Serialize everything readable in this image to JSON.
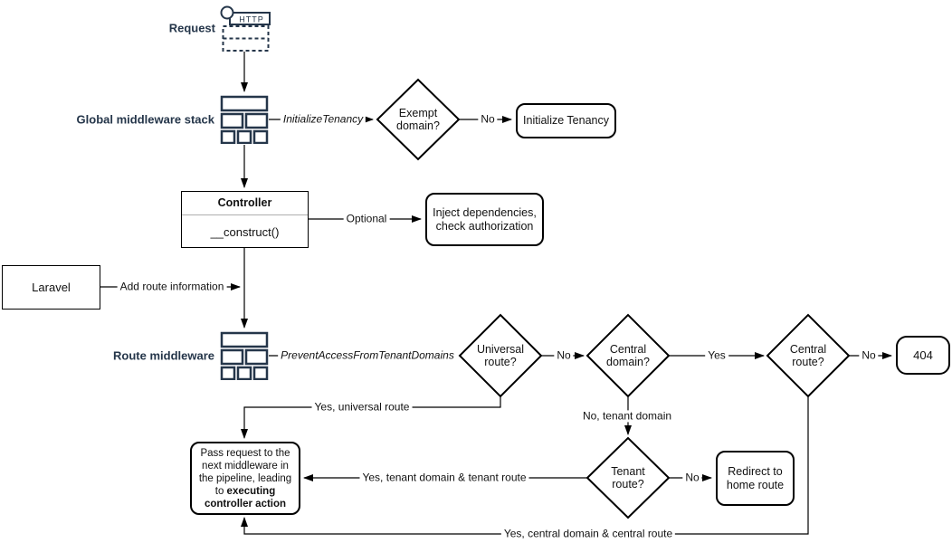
{
  "diagram": {
    "colors": {
      "accent_navy": "#25364a",
      "line_black": "#000000"
    },
    "nodes": {
      "request": {
        "label": "Request",
        "icon_text": "HTTP"
      },
      "global_middleware": {
        "label": "Global middleware stack"
      },
      "exempt_domain": {
        "label": "Exempt domain?"
      },
      "initialize_tenancy": {
        "label": "Initialize Tenancy"
      },
      "controller": {
        "title": "Controller",
        "method": "__construct()"
      },
      "inject_dependencies": {
        "label": "Inject dependencies, check authorization"
      },
      "laravel": {
        "label": "Laravel"
      },
      "route_middleware": {
        "label": "Route middleware"
      },
      "universal_route": {
        "label": "Universal route?"
      },
      "central_domain": {
        "label": "Central domain?"
      },
      "central_route": {
        "label": "Central route?"
      },
      "not_found": {
        "label": "404"
      },
      "tenant_route": {
        "label": "Tenant route?"
      },
      "redirect_home": {
        "label": "Redirect to home route"
      },
      "pass_request": {
        "text_before": "Pass request to the next middleware in the pipeline, leading to ",
        "text_bold": "executing controller action"
      }
    },
    "edge_labels": {
      "initialize_tenancy": "InitializeTenancy",
      "exempt_no": "No",
      "optional": "Optional",
      "add_route_information": "Add route information",
      "prevent_access": "PreventAccessFromTenantDomains",
      "universal_no": "No",
      "central_domain_yes": "Yes",
      "central_route_no": "No",
      "universal_yes": "Yes, universal route",
      "central_domain_no": "No, tenant domain",
      "tenant_no": "No",
      "tenant_yes": "Yes, tenant domain & tenant route",
      "central_route_yes": "Yes, central domain & central route"
    }
  }
}
